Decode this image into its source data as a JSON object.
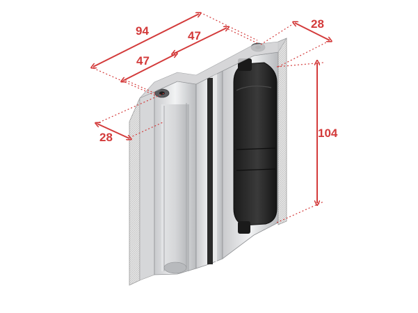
{
  "dimensions": {
    "overall_width": "94",
    "upper_half_width": "47",
    "lower_half_width": "47",
    "depth_left": "28",
    "depth_right": "28",
    "height": "104"
  },
  "colors": {
    "dimension": "#d33a3a",
    "aluminium": "#d9dadc",
    "hinge_body": "#2a2a2a",
    "wall_hatch": "#c8c8c8"
  }
}
